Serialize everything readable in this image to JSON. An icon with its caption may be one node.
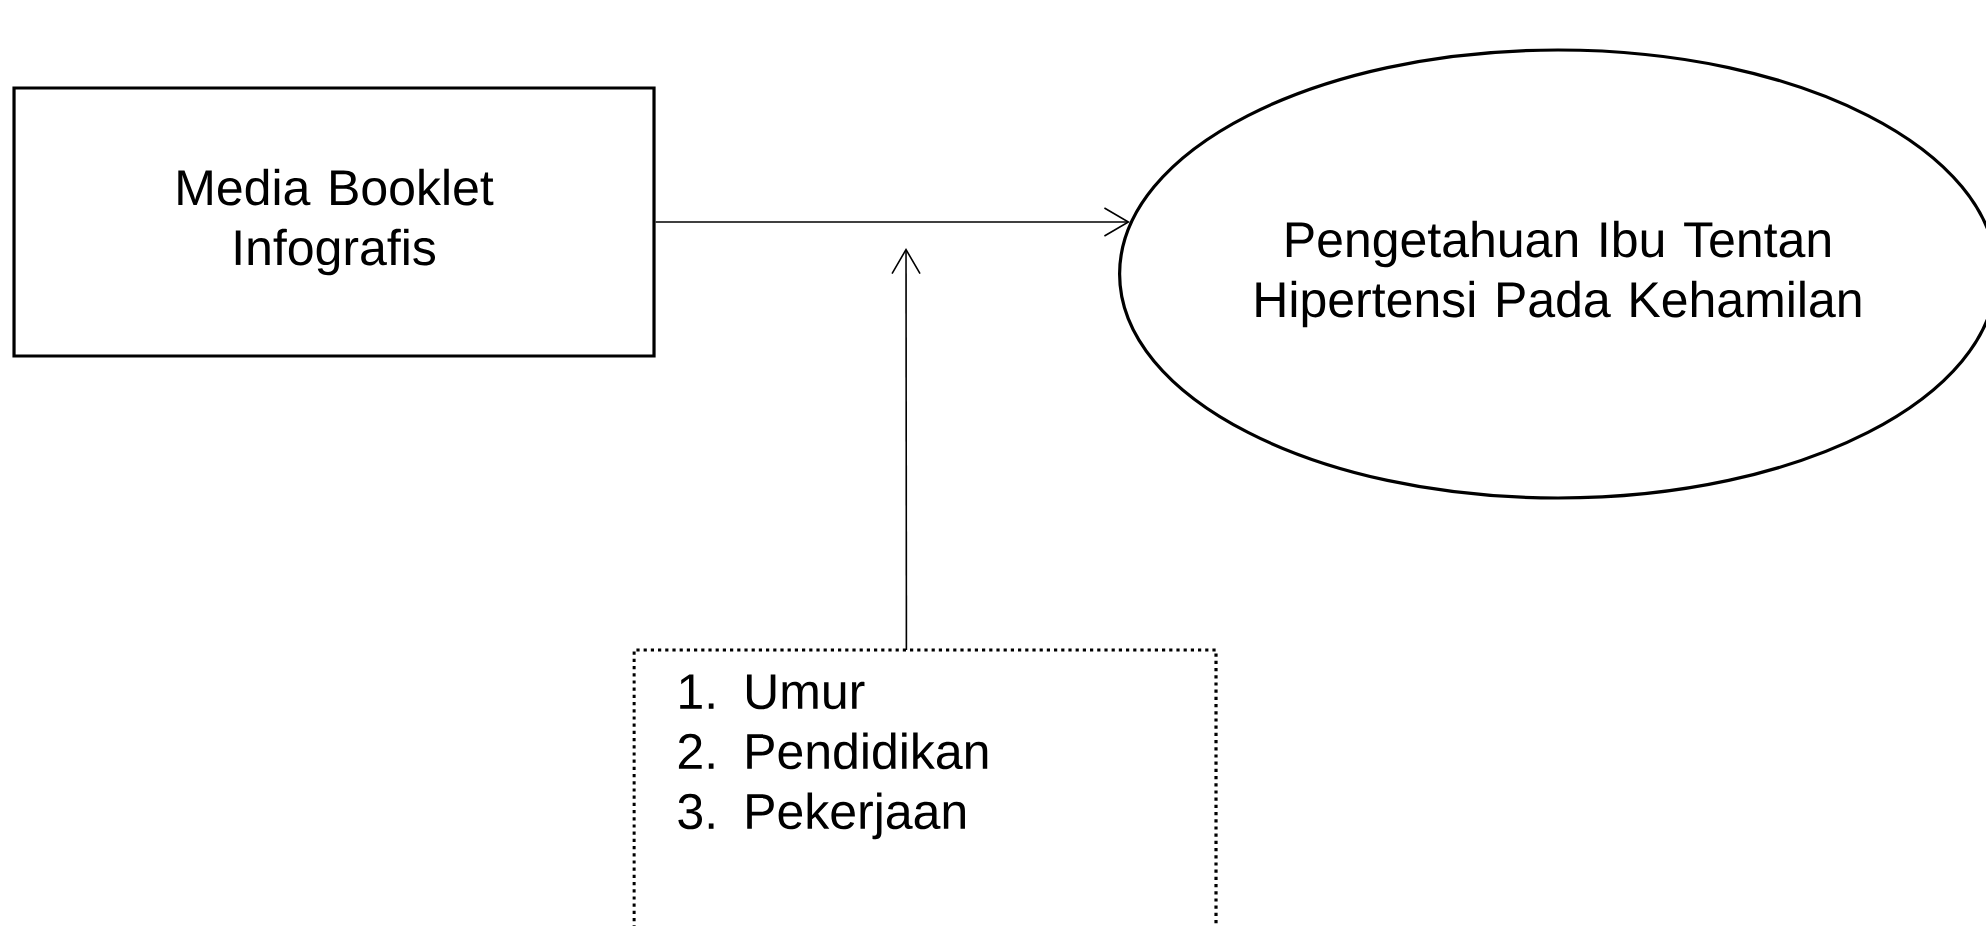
{
  "diagram": {
    "nodes": [
      {
        "text": [
          "Media Booklet Infografis"
        ]
      },
      {
        "text": [
          "Pengetahuan Ibu Tentan Hipertensi Pada Kehamilan"
        ]
      },
      {
        "text": [
          "1. Umur",
          "2. Pendidikan",
          "3. Pekerjaan"
        ]
      }
    ],
    "edges": [
      {
        "from": 0,
        "to": 1,
        "arrow": "to"
      },
      {
        "from": 2,
        "to": null,
        "arrow": "to"
      }
    ]
  }
}
